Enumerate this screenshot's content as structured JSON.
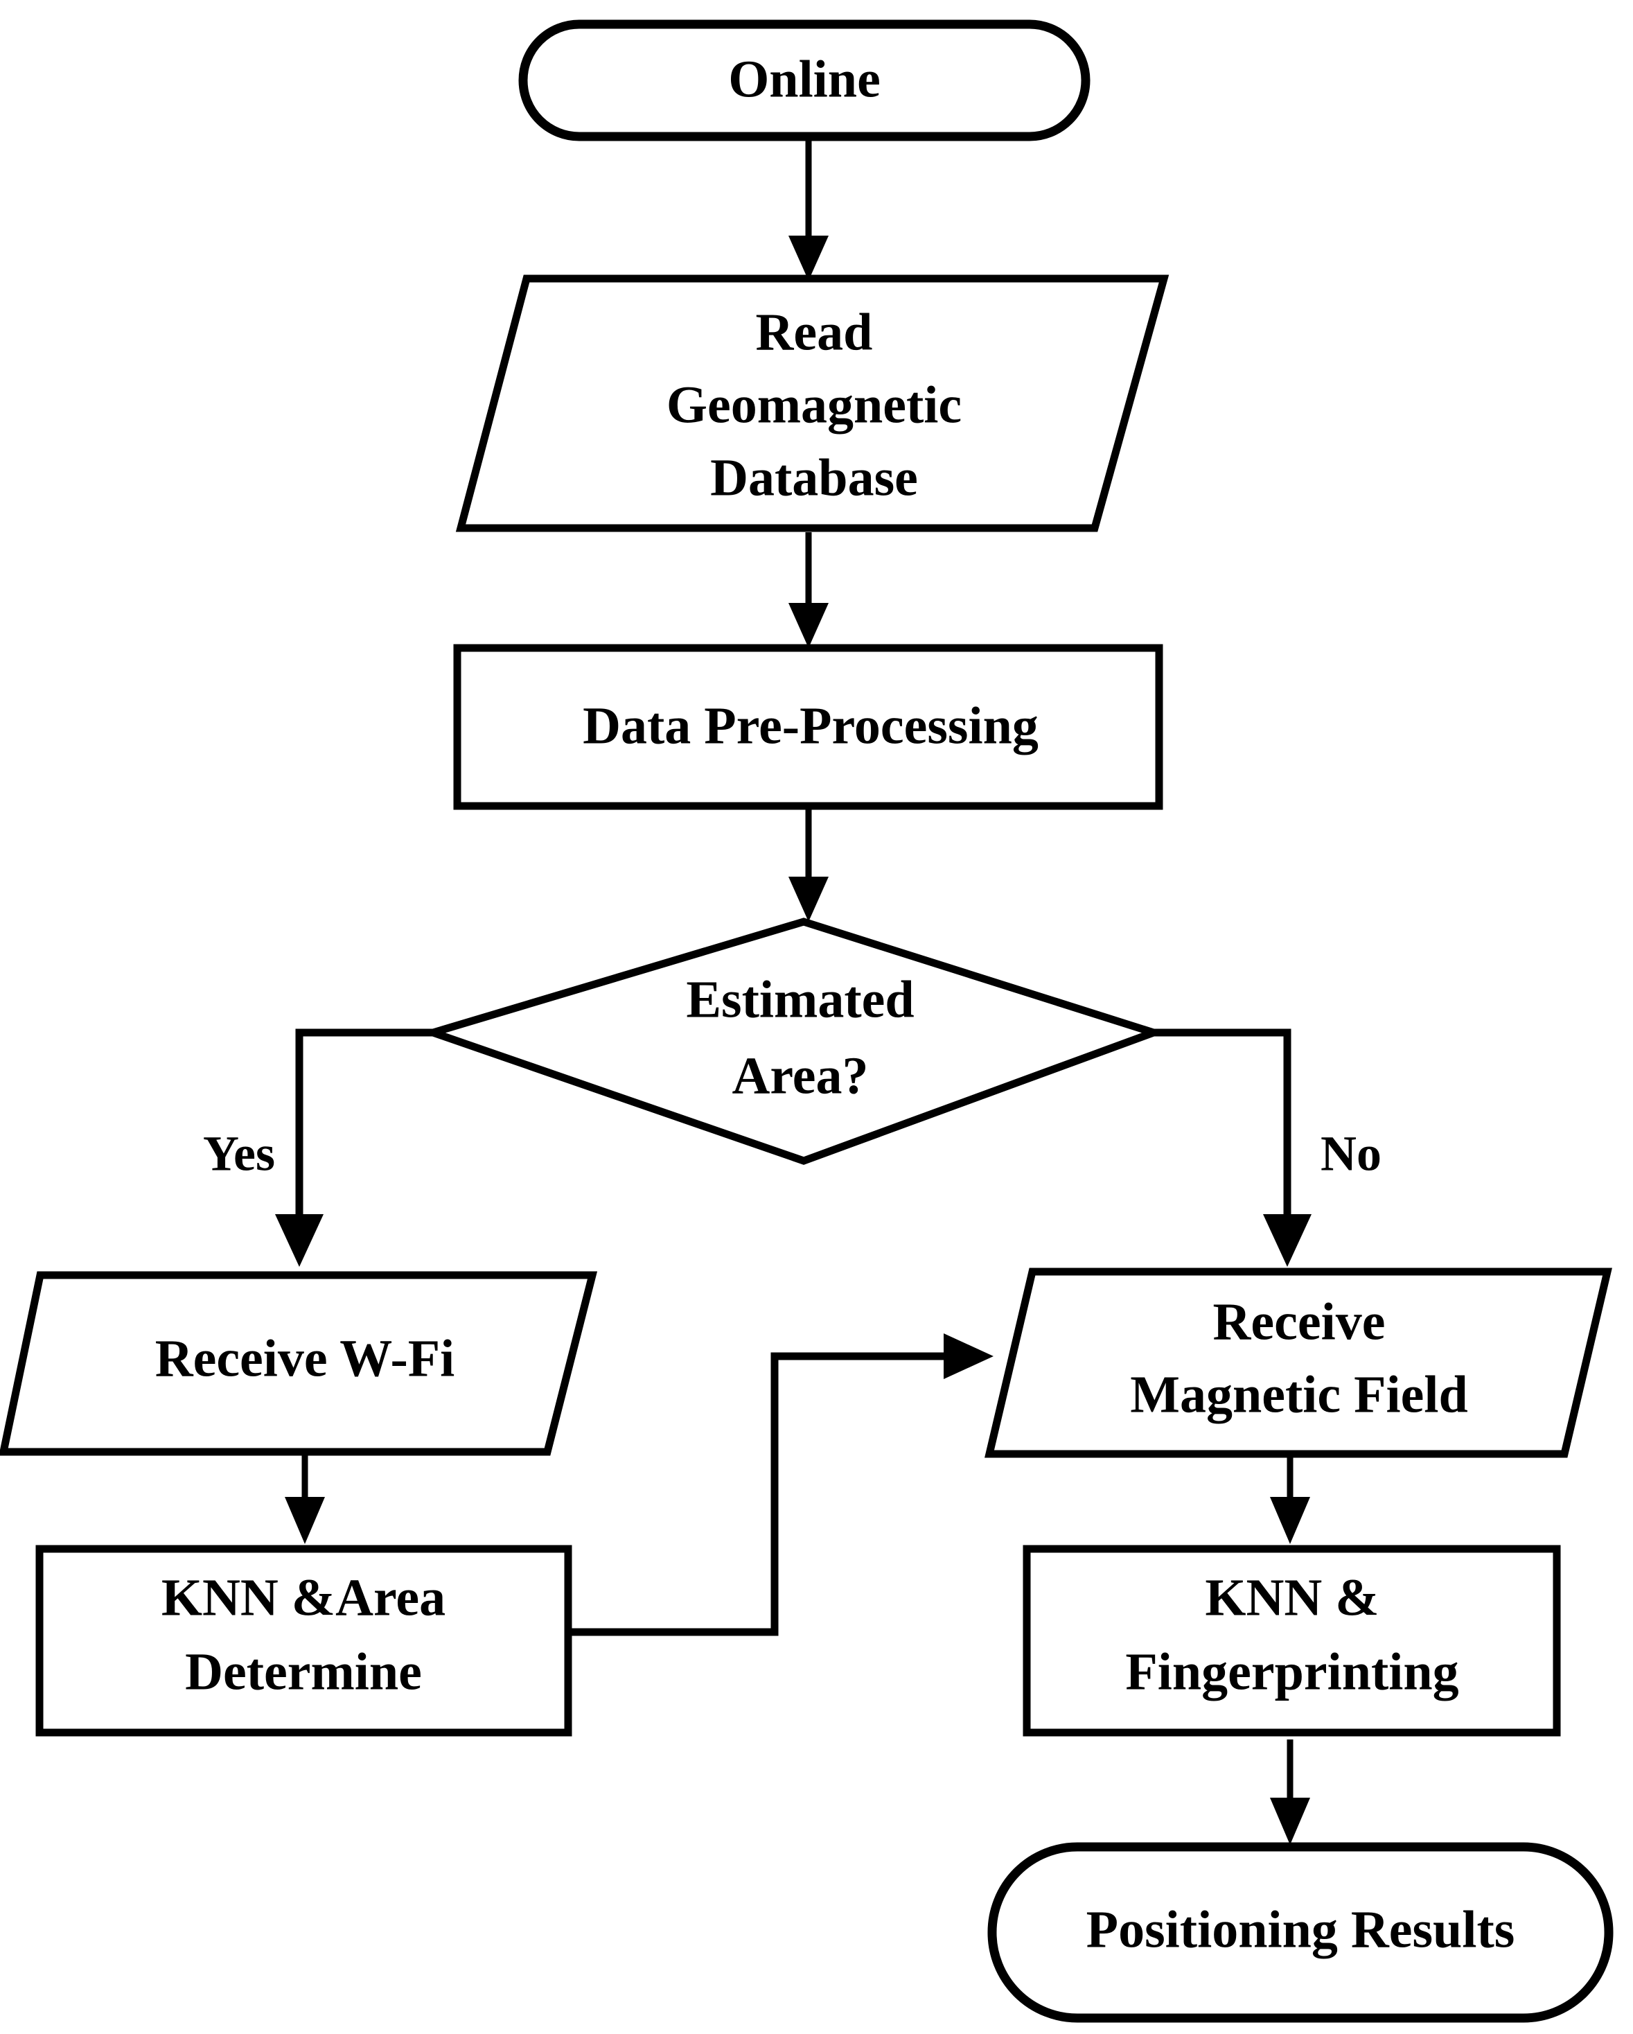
{
  "diagram": {
    "title": "Online positioning flowchart",
    "background_color": "#ffffff",
    "stroke_color": "#000000",
    "nodes": {
      "start": {
        "label": "Online",
        "shape": "terminal"
      },
      "read_db": {
        "shape": "parallelogram",
        "line1": "Read",
        "line2": "Geomagnetic",
        "line3": "Database"
      },
      "preprocess": {
        "label": "Data Pre-Processing",
        "shape": "rectangle"
      },
      "decision": {
        "shape": "diamond",
        "line1": "Estimated",
        "line2": "Area?"
      },
      "receive_wifi": {
        "label": "Receive W-Fi",
        "shape": "parallelogram"
      },
      "receive_magnetic": {
        "shape": "parallelogram",
        "line1": "Receive",
        "line2": "Magnetic Field"
      },
      "knn_area": {
        "shape": "rectangle",
        "line1": "KNN &Area",
        "line2": "Determine"
      },
      "knn_fingerprint": {
        "shape": "rectangle",
        "line1": "KNN &",
        "line2": "Fingerprinting"
      },
      "results": {
        "label": "Positioning Results",
        "shape": "terminal"
      }
    },
    "edge_labels": {
      "yes": "Yes",
      "no": "No"
    }
  }
}
